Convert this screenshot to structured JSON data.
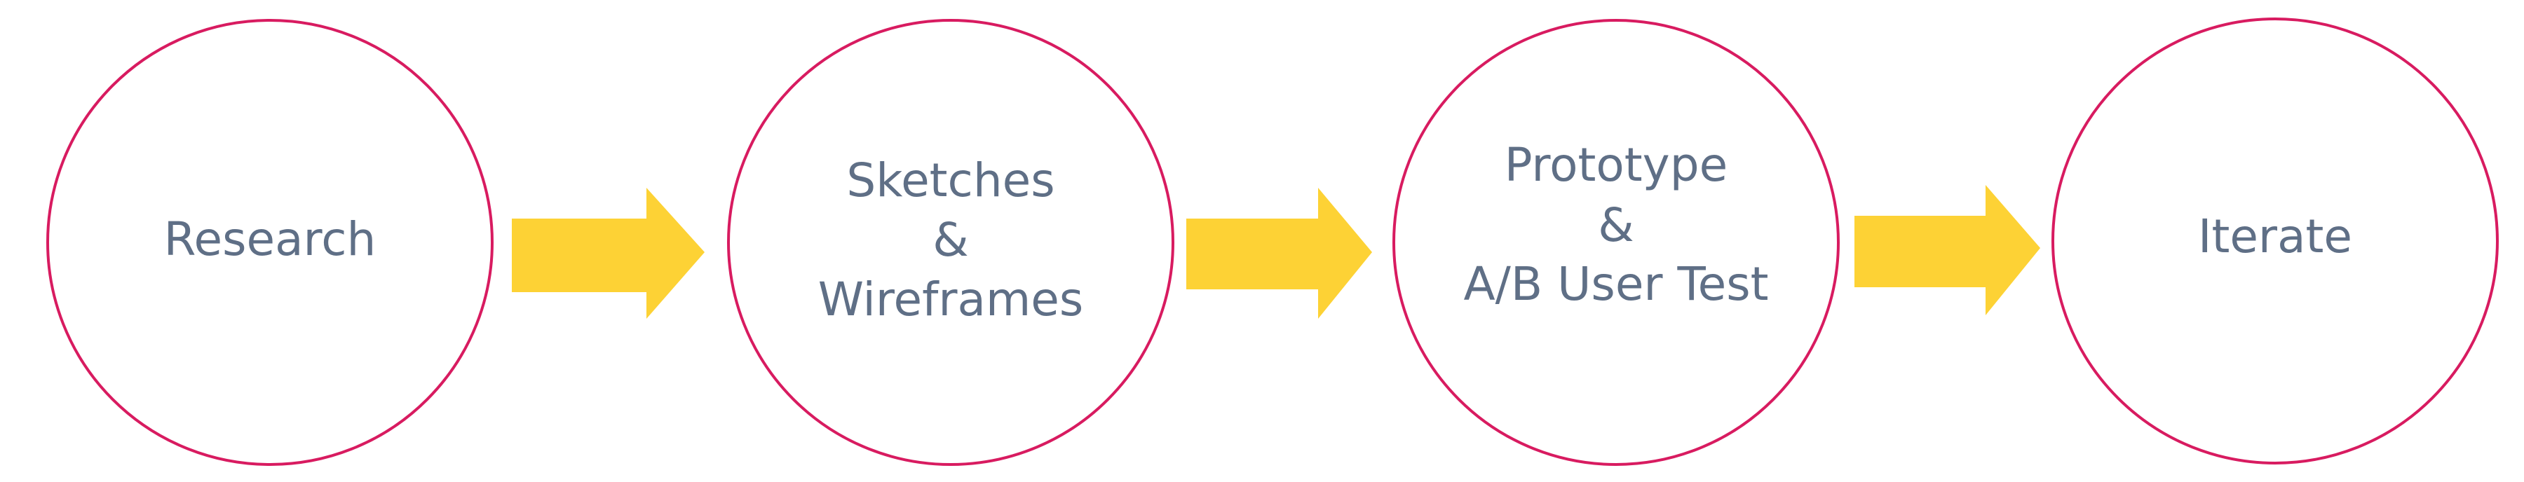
{
  "diagram": {
    "colors": {
      "circle_stroke": "#d81b60",
      "text": "#5f6f86",
      "arrow": "#fdd235",
      "background": "#ffffff"
    },
    "steps": [
      {
        "lines": [
          "Research"
        ]
      },
      {
        "lines": [
          "Sketches",
          "&",
          "Wireframes"
        ]
      },
      {
        "lines": [
          "Prototype",
          "&",
          "A/B User Test"
        ]
      },
      {
        "lines": [
          "Iterate"
        ]
      }
    ],
    "connector_icon": "right-arrow-icon"
  }
}
